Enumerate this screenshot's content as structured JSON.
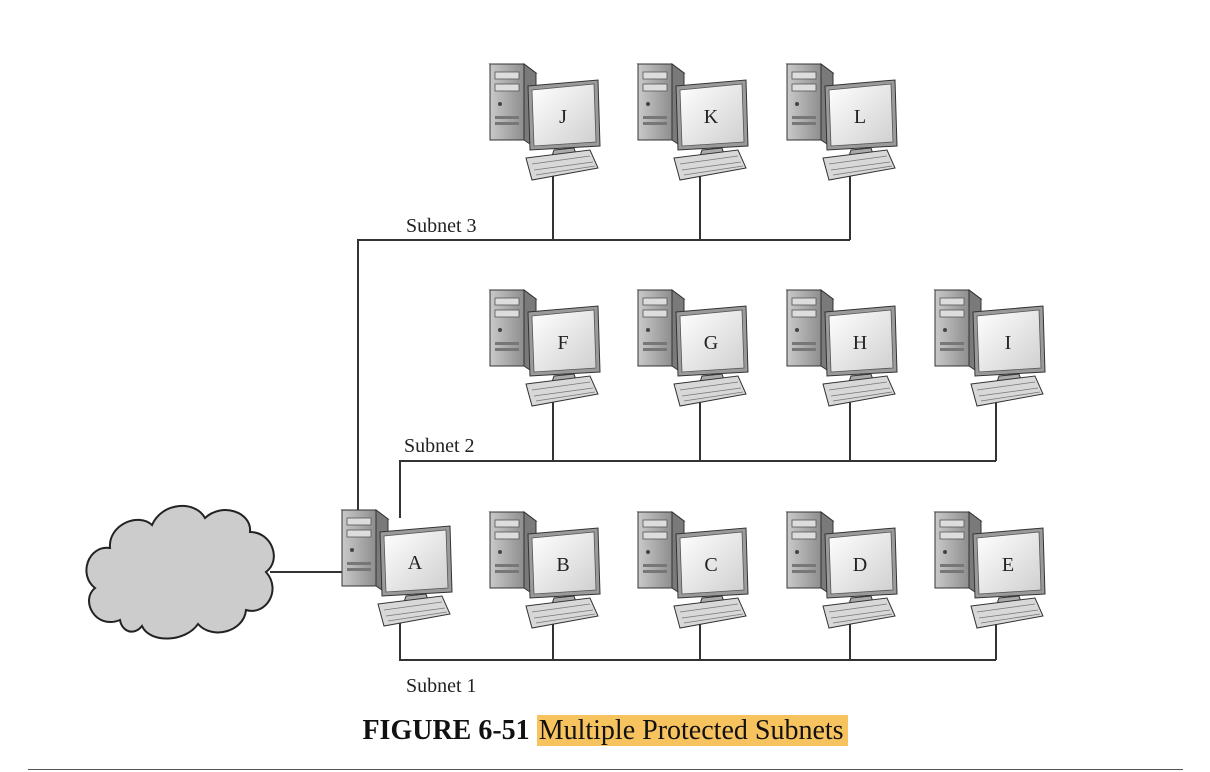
{
  "subnets": {
    "s1": "Subnet 1",
    "s2": "Subnet 2",
    "s3": "Subnet 3"
  },
  "computers": {
    "a": "A",
    "b": "B",
    "c": "C",
    "d": "D",
    "e": "E",
    "f": "F",
    "g": "G",
    "h": "H",
    "i": "I",
    "j": "J",
    "k": "K",
    "l": "L"
  },
  "caption": {
    "number": "FIGURE 6-51",
    "title": "Multiple Protected Subnets",
    "highlight_color": "#f7c35e"
  },
  "icons": {
    "cloud": "internet-cloud-icon",
    "computer": "desktop-computer-icon"
  }
}
